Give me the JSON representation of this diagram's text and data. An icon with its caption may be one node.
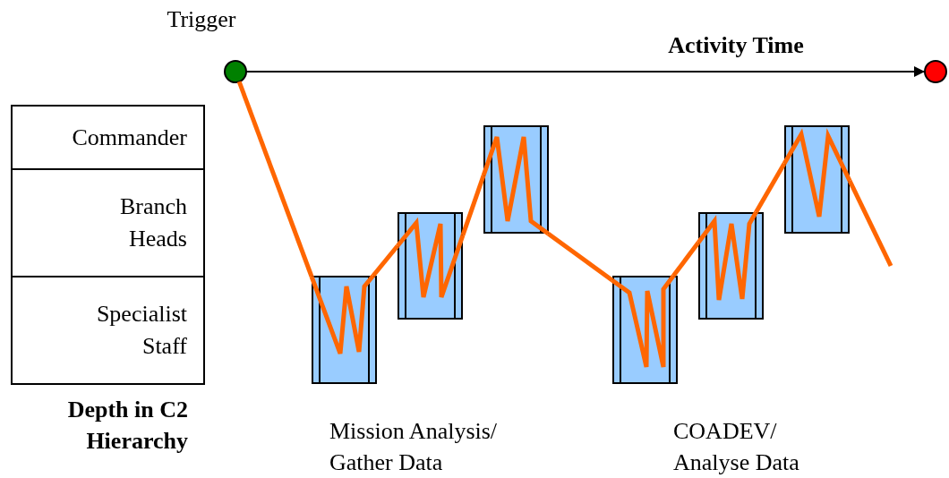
{
  "diagram": {
    "nodes": [
      {
        "text": [
          "Trigger"
        ]
      },
      {
        "text": [],
        "shape": "circle"
      },
      {
        "text": [
          "Commander"
        ]
      },
      {
        "text": [
          "Branch Heads"
        ]
      },
      {
        "text": [
          "Specialist Staff"
        ]
      },
      {
        "text": [],
        "shape": "box"
      },
      {
        "text": [],
        "shape": "box"
      },
      {
        "text": [],
        "shape": "box"
      },
      {
        "text": [],
        "shape": "box"
      },
      {
        "text": [],
        "shape": "box"
      },
      {
        "text": [],
        "shape": "box"
      }
    ],
    "edges": [
      {
        "from": 0,
        "to": 1,
        "arrow": "to",
        "label": "Activity Time",
        "color": "#000000"
      },
      {
        "from": 0,
        "to": 5,
        "arrow": "none"
      },
      {
        "from": 5,
        "to": 6,
        "arrow": "none"
      },
      {
        "from": 6,
        "to": 7,
        "arrow": "none"
      },
      {
        "from": 7,
        "to": 8,
        "arrow": "none"
      },
      {
        "from": 8,
        "to": 9,
        "arrow": "none"
      },
      {
        "from": 9,
        "to": 10,
        "arrow": "none"
      },
      {
        "from": 10,
        "to": null,
        "arrow": "none"
      }
    ],
    "labels": [
      "Depth in C2 Hierarchy",
      "Mission Analysis/ Gather Data",
      "COADEV/ Analyse Data"
    ]
  }
}
